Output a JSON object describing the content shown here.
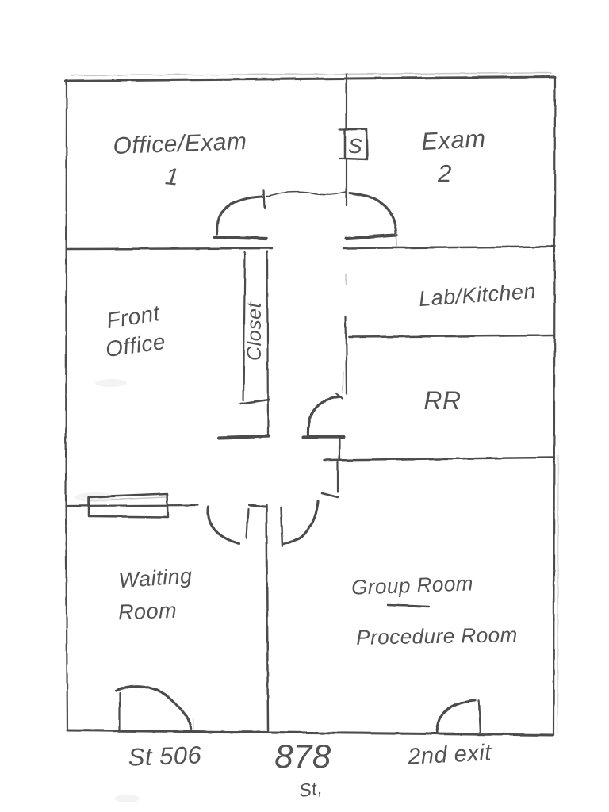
{
  "palette": {
    "paper": "#ffffff",
    "pencil": "#4b4b4b"
  },
  "floor_plan": {
    "rooms": {
      "office_exam_1": {
        "line1": "Office/Exam",
        "line2": "1"
      },
      "exam_2": {
        "line1": "Exam",
        "line2": "2"
      },
      "front_office": {
        "line1": "Front",
        "line2": "Office"
      },
      "lab_kitchen": {
        "label": "Lab/Kitchen"
      },
      "restroom": {
        "label": "RR"
      },
      "closet": {
        "label": "Closet"
      },
      "waiting_room": {
        "line1": "Waiting",
        "line2": "Room"
      },
      "group_room": {
        "label": "Group Room"
      },
      "procedure_room": {
        "label": "Procedure Room"
      }
    },
    "markers": {
      "s_box": "S"
    },
    "street": {
      "left_door_label": "St 506",
      "address_number": "878",
      "address_suffix": "St,",
      "right_door_label": "2nd exit"
    }
  }
}
